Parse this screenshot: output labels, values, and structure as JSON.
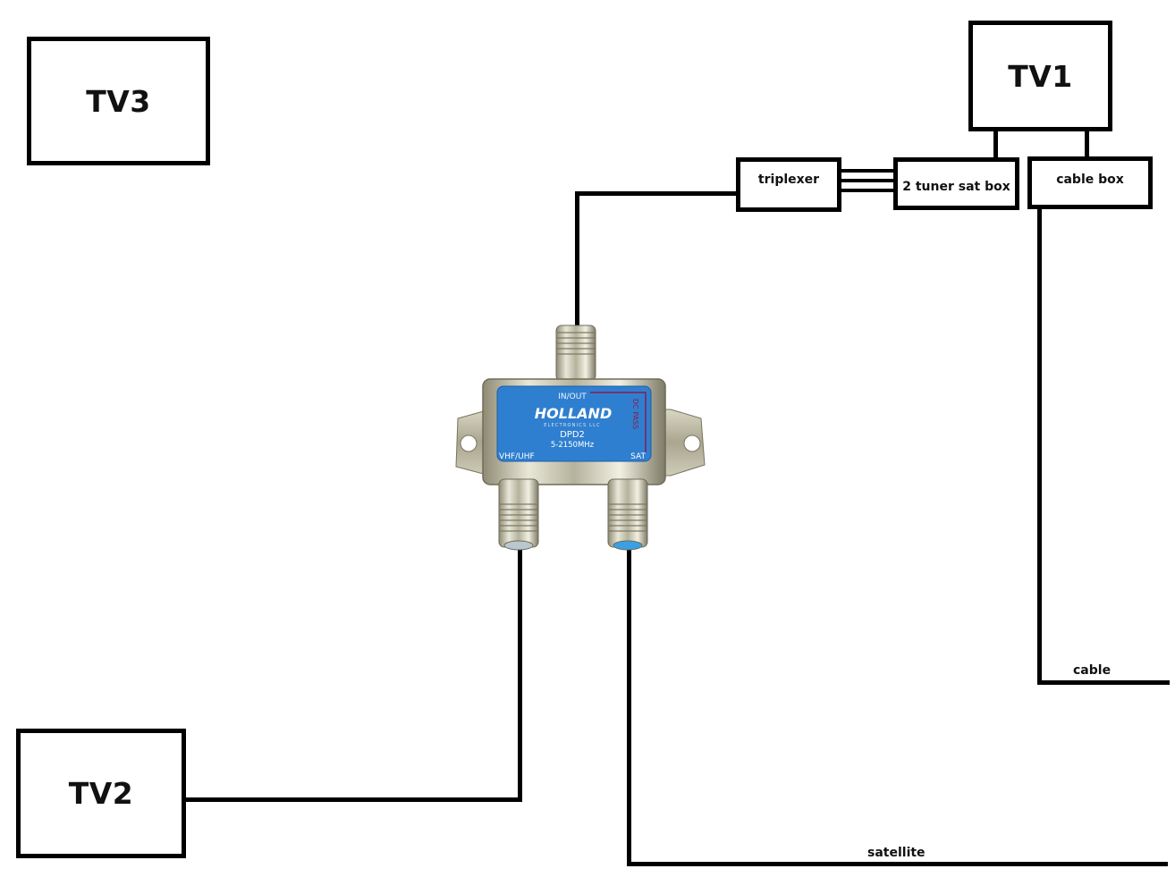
{
  "diagram": {
    "title": "Satellite / cable distribution wiring",
    "nodes": {
      "tv1": {
        "label": "TV1"
      },
      "tv2": {
        "label": "TV2"
      },
      "tv3": {
        "label": "TV3"
      },
      "triplexer": {
        "label": "triplexer"
      },
      "sat_box": {
        "label": "2 tuner sat box"
      },
      "cable_box": {
        "label": "cable box"
      }
    },
    "splitter": {
      "brand": "HOLLAND",
      "sub_brand": "ELECTRONICS LLC",
      "model": "DPD2",
      "frequency": "5-2150MHz",
      "port_top": "IN/OUT",
      "port_left": "VHF/UHF",
      "port_right": "SAT",
      "side_label": "DC PASS",
      "label_color": "#2f7fd0",
      "accent_color": "#8a1c4a"
    },
    "line_labels": {
      "cable": "cable",
      "satellite": "satellite"
    },
    "edges": [
      {
        "from": "triplexer",
        "to": "splitter.IN/OUT"
      },
      {
        "from": "triplexer",
        "to": "sat_box",
        "count": 3
      },
      {
        "from": "sat_box",
        "to": "tv1"
      },
      {
        "from": "cable_box",
        "to": "tv1"
      },
      {
        "from": "cable_box",
        "to": "cable"
      },
      {
        "from": "splitter.VHF/UHF",
        "to": "tv2"
      },
      {
        "from": "splitter.SAT",
        "to": "satellite"
      }
    ]
  }
}
